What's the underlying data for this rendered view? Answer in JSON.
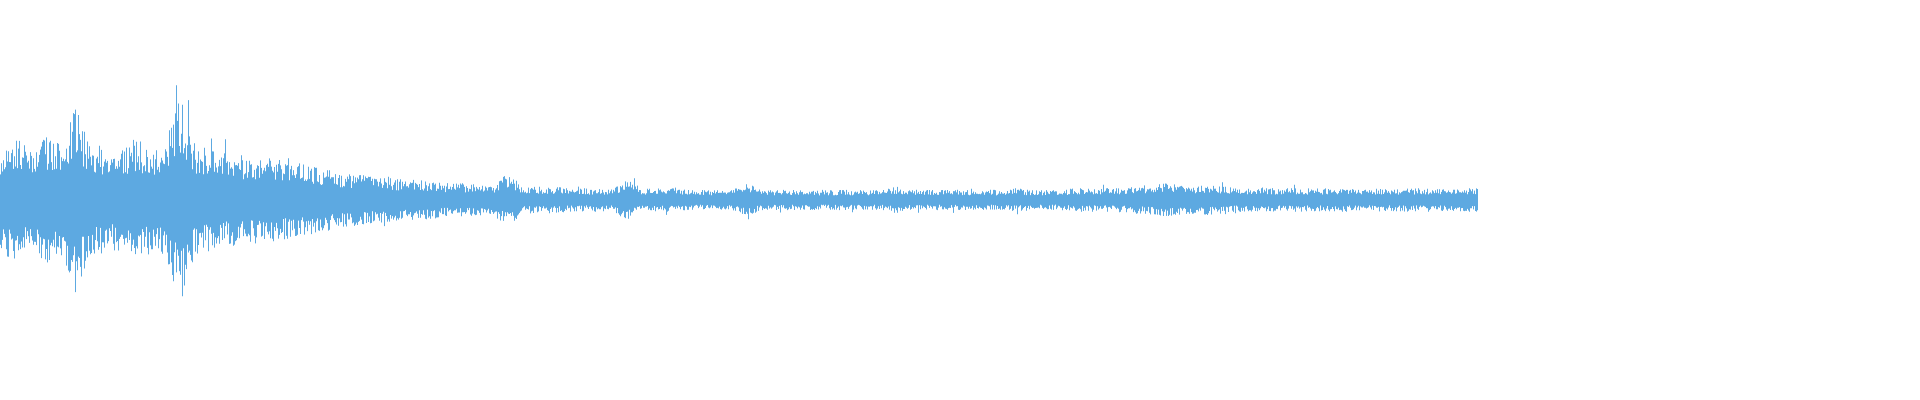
{
  "waveform": {
    "color": "#5DA9E1",
    "background": "#FFFFFF",
    "duration_fraction": 0.77,
    "envelope_profile": [
      0.32,
      0.36,
      0.3,
      0.38,
      0.33,
      0.55,
      0.34,
      0.31,
      0.3,
      0.36,
      0.33,
      0.32,
      0.62,
      0.34,
      0.3,
      0.28,
      0.27,
      0.26,
      0.25,
      0.24,
      0.22,
      0.2,
      0.18,
      0.16,
      0.15,
      0.14,
      0.13,
      0.12,
      0.12,
      0.11,
      0.1,
      0.1,
      0.09,
      0.09,
      0.16,
      0.08,
      0.08,
      0.08,
      0.07,
      0.07,
      0.07,
      0.07,
      0.12,
      0.07,
      0.07,
      0.07,
      0.06,
      0.06,
      0.06,
      0.06,
      0.1,
      0.06,
      0.06,
      0.06,
      0.06,
      0.06,
      0.06,
      0.06,
      0.06,
      0.06,
      0.08,
      0.06,
      0.06,
      0.06,
      0.06,
      0.06,
      0.06,
      0.06,
      0.07,
      0.06,
      0.06,
      0.06,
      0.07,
      0.07,
      0.07,
      0.07,
      0.08,
      0.09,
      0.1,
      0.09,
      0.08,
      0.09,
      0.08,
      0.07,
      0.08,
      0.07,
      0.07,
      0.07,
      0.07,
      0.07,
      0.07,
      0.07,
      0.07,
      0.07,
      0.07,
      0.07,
      0.07,
      0.07,
      0.07,
      0.07
    ]
  }
}
